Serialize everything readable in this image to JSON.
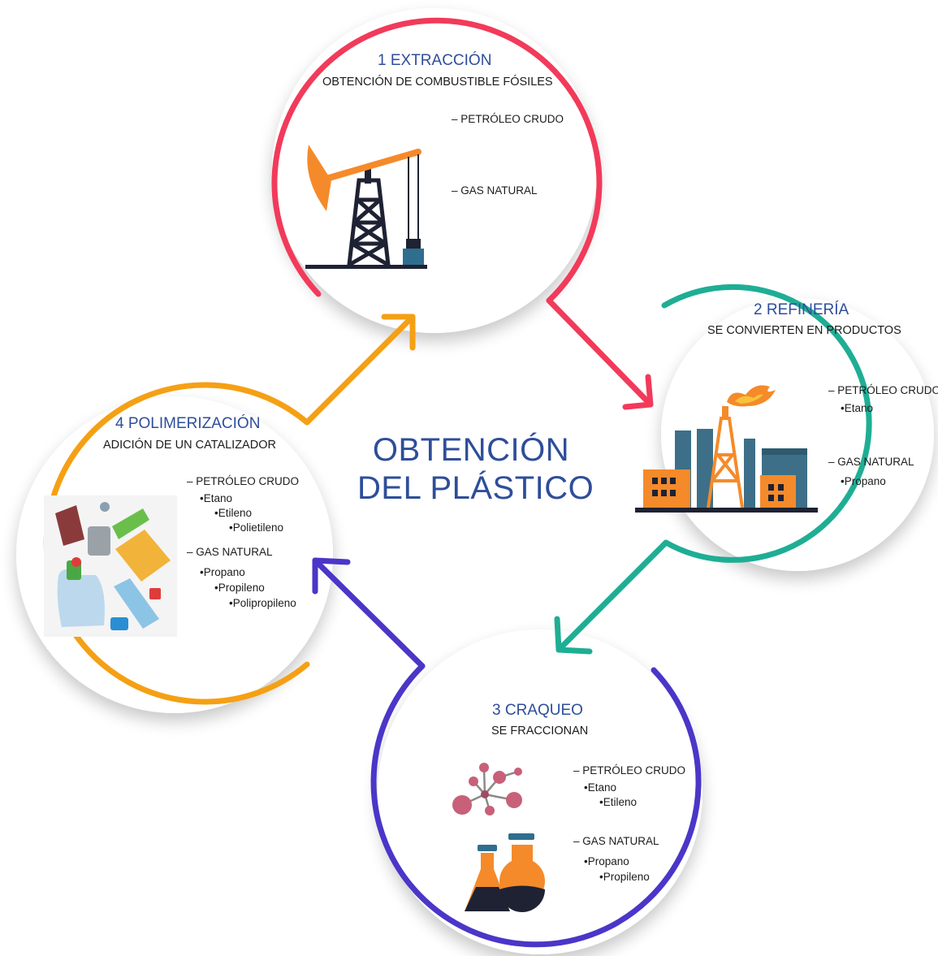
{
  "title": {
    "line1": "OBTENCIÓN",
    "line2": "DEL PLÁSTICO"
  },
  "colors": {
    "extraccion": "#f23a5a",
    "refineria": "#1eae94",
    "craqueo": "#4a36c8",
    "polimerizacion": "#f5a014",
    "title": "#2e4e9a"
  },
  "steps": {
    "extraccion": {
      "title": "1 EXTRACCIÓN",
      "subtitle": "OBTENCIÓN DE COMBUSTIBLE FÓSILES",
      "items": [
        "– PETRÓLEO CRUDO",
        "– GAS NATURAL"
      ],
      "icon": "oil-pump-jack-icon"
    },
    "refineria": {
      "title": "2 REFINERÍA",
      "subtitle": "SE CONVIERTEN EN PRODUCTOS",
      "items": [
        "– PETRÓLEO CRUDO",
        "•Etano",
        "– GAS NATURAL",
        "•Propano"
      ],
      "icon": "refinery-factory-icon"
    },
    "craqueo": {
      "title": "3 CRAQUEO",
      "subtitle": "SE FRACCIONAN",
      "items": [
        "– PETRÓLEO CRUDO",
        "•Etano",
        "•Etileno",
        "– GAS NATURAL",
        "•Propano",
        "•Propileno"
      ],
      "icon": "molecule-flasks-icon"
    },
    "polimerizacion": {
      "title": "4 POLIMERIZACIÓN",
      "subtitle": "ADICIÓN DE UN CATALIZADOR",
      "items": [
        "– PETRÓLEO CRUDO",
        "•Etano",
        "•Etileno",
        "•Polietileno",
        "– GAS NATURAL",
        "•Propano",
        "•Propileno",
        "•Polipropileno"
      ],
      "icon": "plastic-products-icon"
    }
  }
}
